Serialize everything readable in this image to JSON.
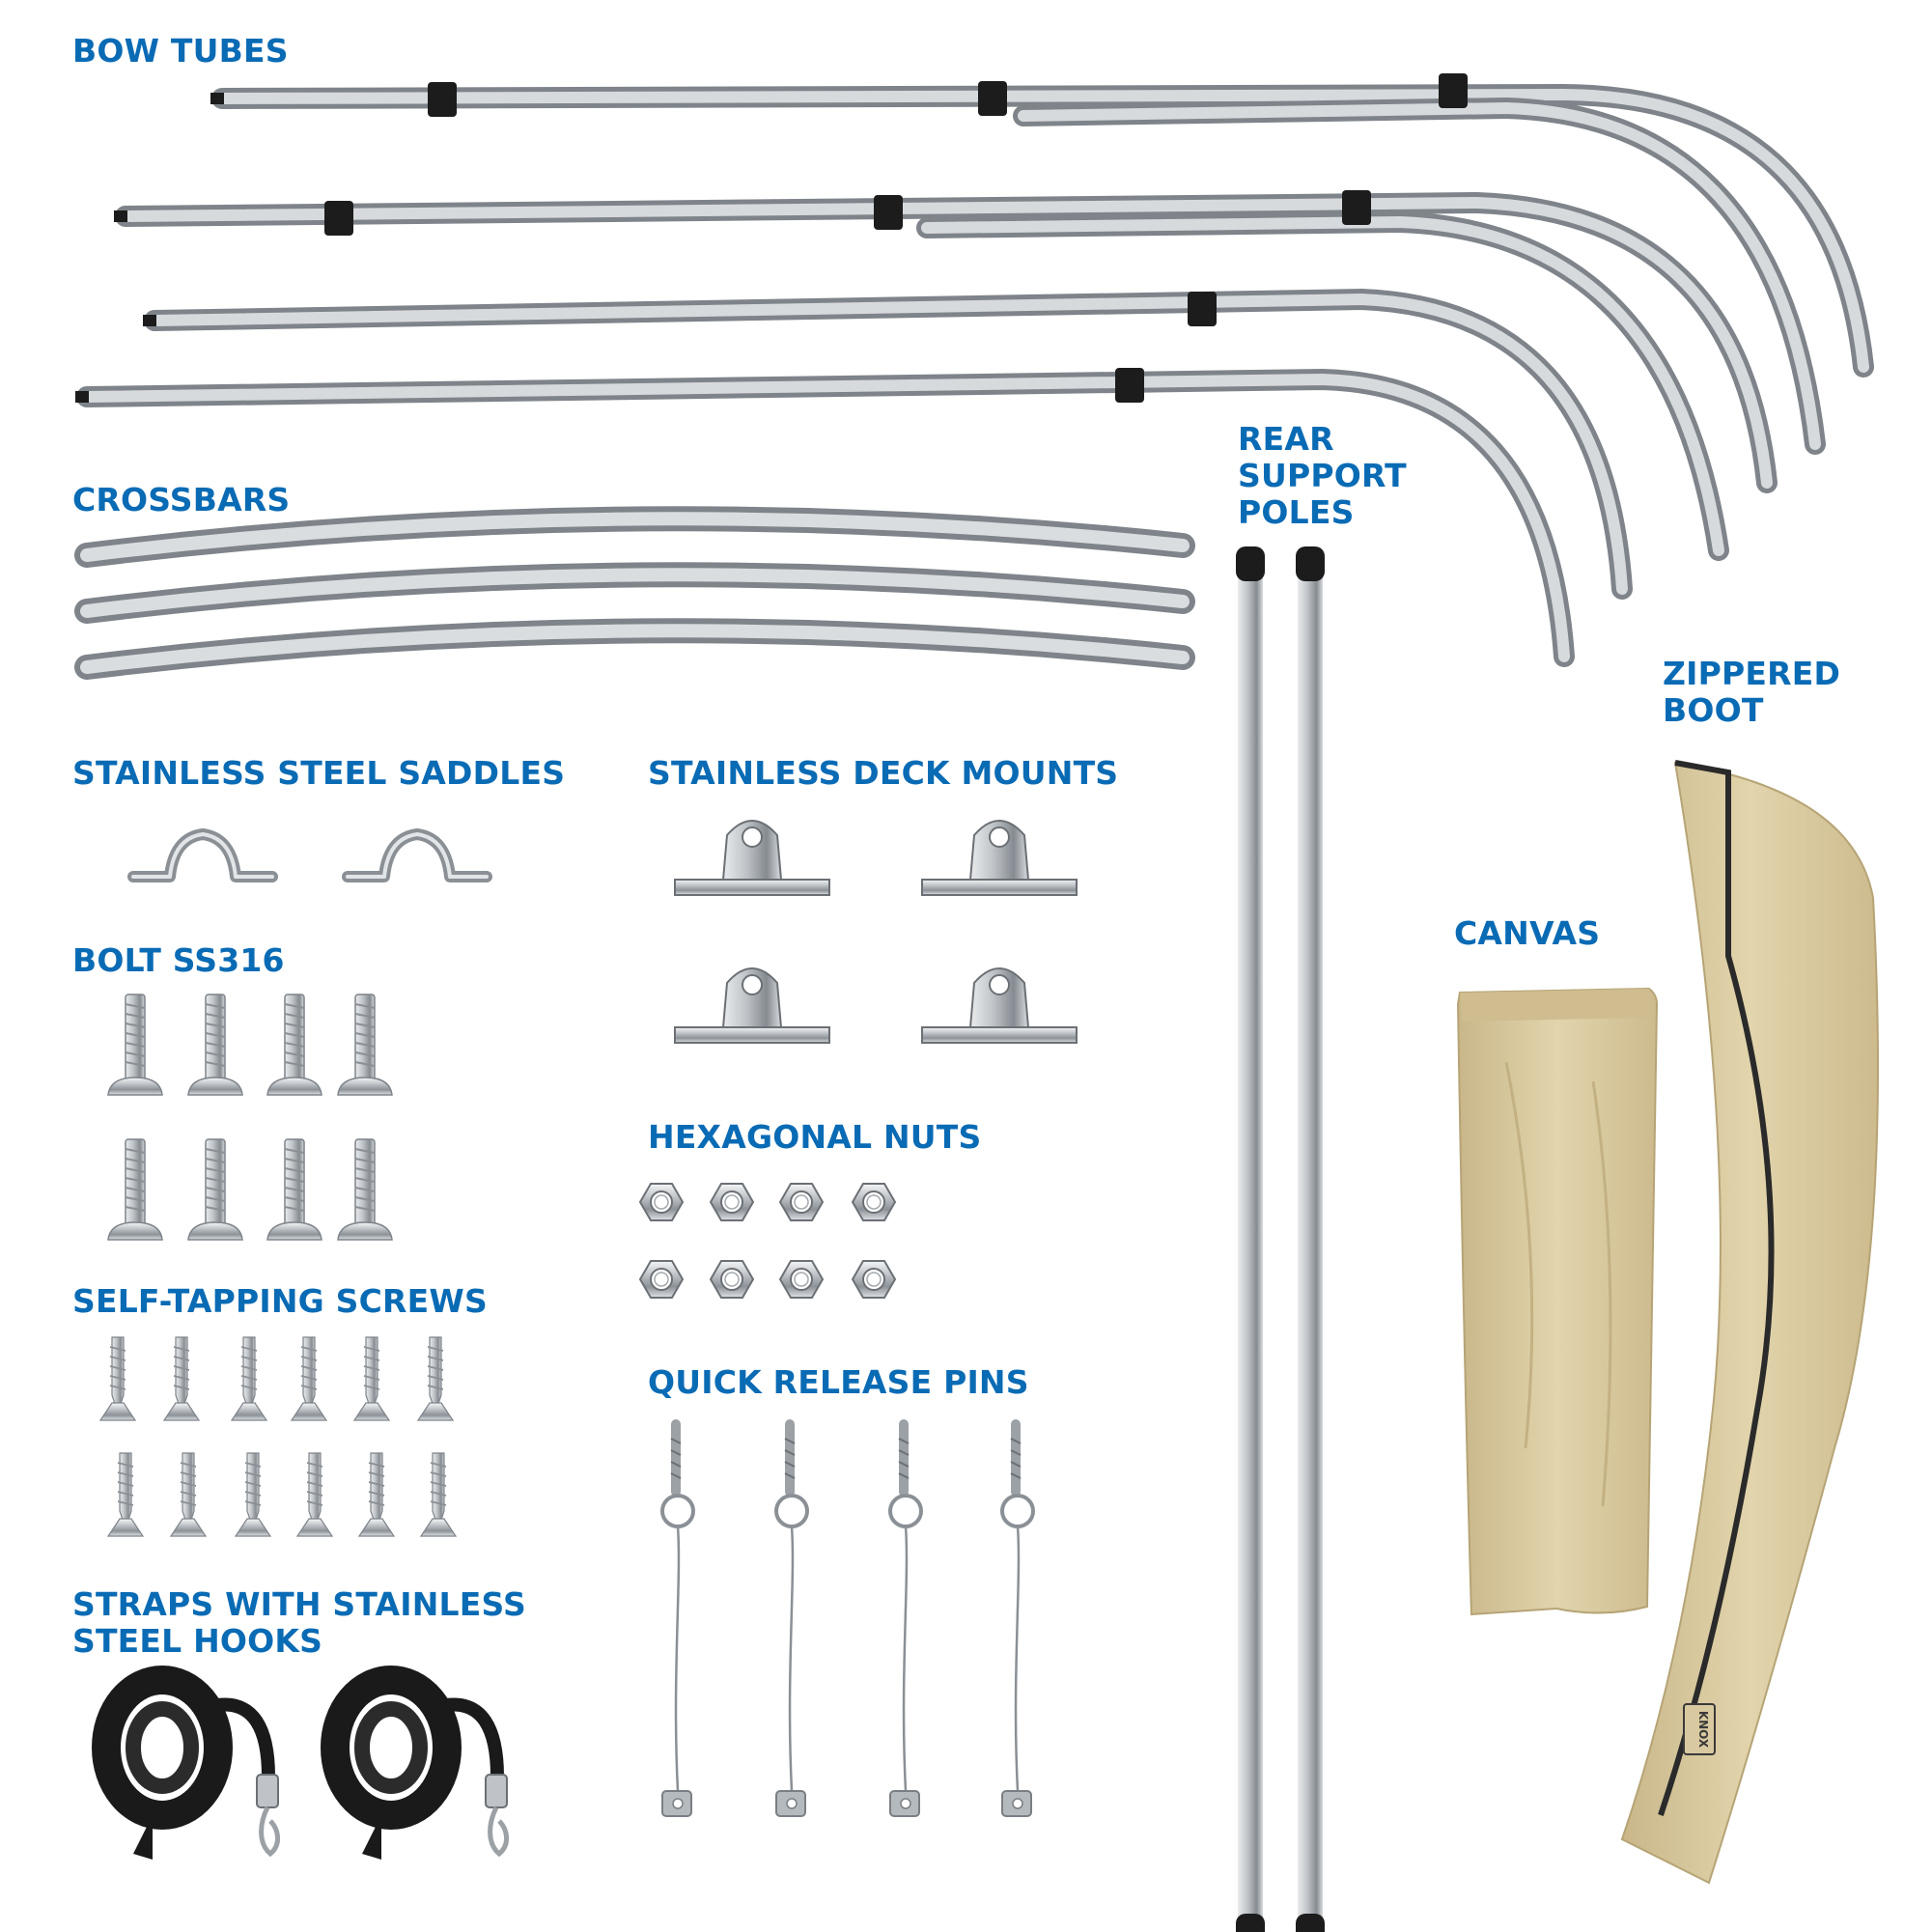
{
  "labels": {
    "bow_tubes": "BOW TUBES",
    "crossbars": "CROSSBARS",
    "rear_support_poles": [
      "REAR",
      "SUPPORT",
      "POLES"
    ],
    "zippered_boot": [
      "ZIPPERED",
      "BOOT"
    ],
    "canvas": "CANVAS",
    "stainless_steel_saddles": "STAINLESS STEEL SADDLES",
    "stainless_deck_mounts": "STAINLESS DECK MOUNTS",
    "bolt_ss316": "BOLT SS316",
    "hexagonal_nuts": "HEXAGONAL NUTS",
    "self_tapping_screws": "SELF-TAPPING SCREWS",
    "quick_release_pins": "QUICK RELEASE PINS",
    "straps": [
      "STRAPS WITH STAINLESS",
      "STEEL HOOKS"
    ]
  },
  "brand_tag": "KNOX",
  "colors": {
    "label": "#0a6bb5",
    "tube": "#c4c8cc",
    "tube_dark": "#7e848a",
    "canvas": "#dccca2",
    "canvas_dark": "#b8a67a",
    "strap": "#1a1a1a"
  }
}
